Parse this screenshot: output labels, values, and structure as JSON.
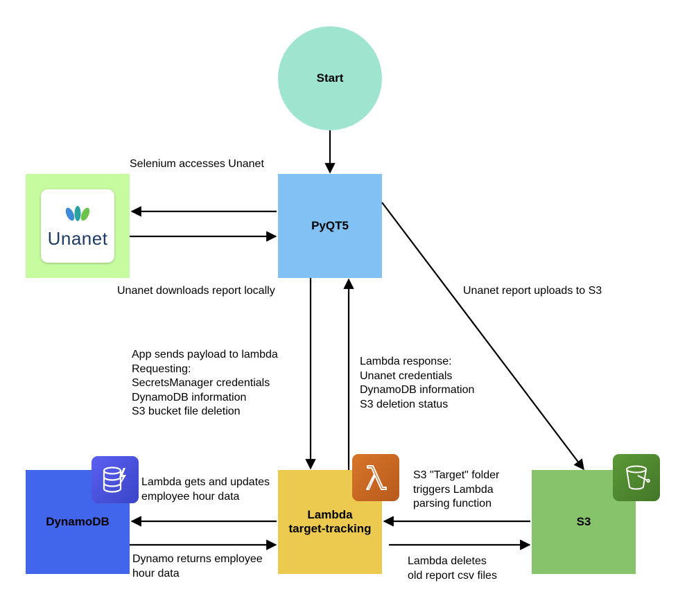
{
  "nodes": {
    "start": "Start",
    "pyqt5": "PyQT5",
    "unanet_logo": "Unanet",
    "lambda_line1": "Lambda",
    "lambda_line2": "target-tracking",
    "dynamodb": "DynamoDB",
    "s3": "S3"
  },
  "edge_labels": {
    "selenium": "Selenium accesses Unanet",
    "downloads": "Unanet downloads report locally",
    "uploads": "Unanet report uploads to S3",
    "payload": [
      "App sends payload to lambda",
      "Requesting:",
      "SecretsManager credentials",
      "DynamoDB information",
      "S3 bucket file deletion"
    ],
    "response": [
      "Lambda response:",
      "Unanet credentials",
      "DynamoDB information",
      "S3 deletion status"
    ],
    "lambda_dynamo": [
      "Lambda gets and updates",
      "employee hour data"
    ],
    "dynamo_returns": [
      "Dynamo returns employee",
      "hour data"
    ],
    "s3_trigger": [
      "S3 \"Target\" folder",
      "triggers Lambda",
      "parsing function"
    ],
    "lambda_deletes": [
      "Lambda deletes",
      "old report csv files"
    ]
  },
  "icons": [
    "unanet-logo-icon",
    "dynamodb-icon",
    "lambda-icon",
    "s3-bucket-icon"
  ],
  "colors": {
    "start": "#9fe4cf",
    "pyqt5": "#82c1f3",
    "unanet_bg": "#c6fb9f",
    "lambda": "#ecc94f",
    "dynamodb": "#4266eb",
    "s3": "#86c36a",
    "lambda_badge": "#cc6a24",
    "dynamo_badge": "#4a55d8",
    "s3_badge": "#4f8a2f"
  }
}
